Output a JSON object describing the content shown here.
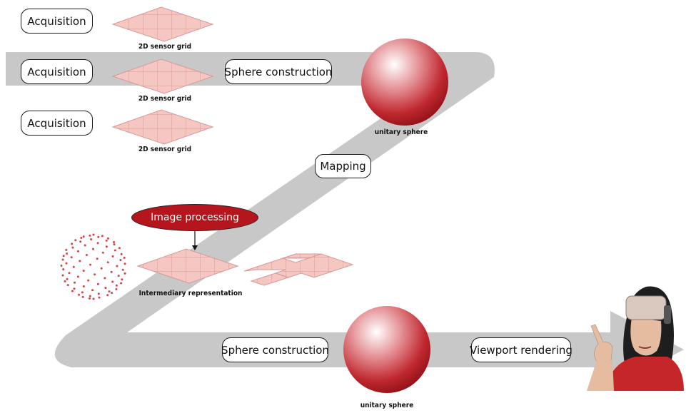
{
  "boxes": {
    "acquisition_1": "Acquisition",
    "acquisition_2": "Acquisition",
    "acquisition_3": "Acquisition",
    "sphere_construction_top": "Sphere construction",
    "mapping": "Mapping",
    "image_processing": "Image processing",
    "sphere_construction_bottom": "Sphere construction",
    "viewport_rendering": "Viewport rendering"
  },
  "captions": {
    "grid_1": "2D sensor grid",
    "grid_2": "2D sensor grid",
    "grid_3": "2D sensor grid",
    "sphere_top": "unitary sphere",
    "intermediary": "Intermediary representation",
    "sphere_bottom": "unitary sphere"
  },
  "colors": {
    "flow_band": "#c8c8c8",
    "grid_fill": "#f4c7c3",
    "grid_line": "#d79a96",
    "sphere_dark": "#a3141b",
    "sphere_light": "#ffffff",
    "process_fill": "#b5151c",
    "dots": "#d04545"
  }
}
